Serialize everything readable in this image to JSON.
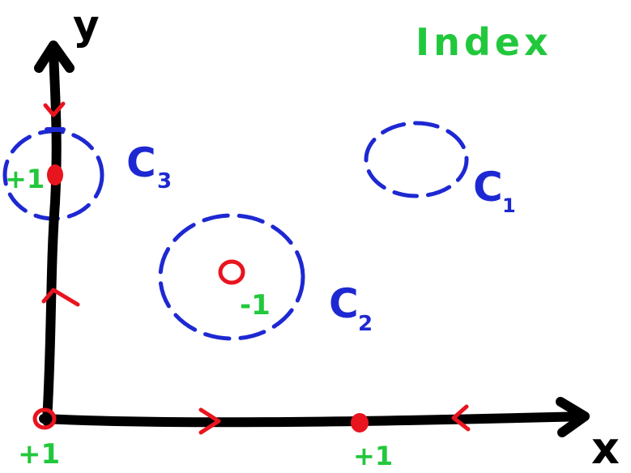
{
  "title": "Index",
  "axes": {
    "x_label": "x",
    "y_label": "y"
  },
  "curves": [
    {
      "name": "C",
      "subscript": "1"
    },
    {
      "name": "C",
      "subscript": "2"
    },
    {
      "name": "C",
      "subscript": "3"
    }
  ],
  "index_labels": {
    "origin": "+1",
    "x_axis_point": "+1",
    "y_axis_point": "+1",
    "center": "-1"
  },
  "colors": {
    "axes": "#000000",
    "fixed_points": "#e8141e",
    "curves": "#1e28d2",
    "index_text": "#22c83c"
  }
}
